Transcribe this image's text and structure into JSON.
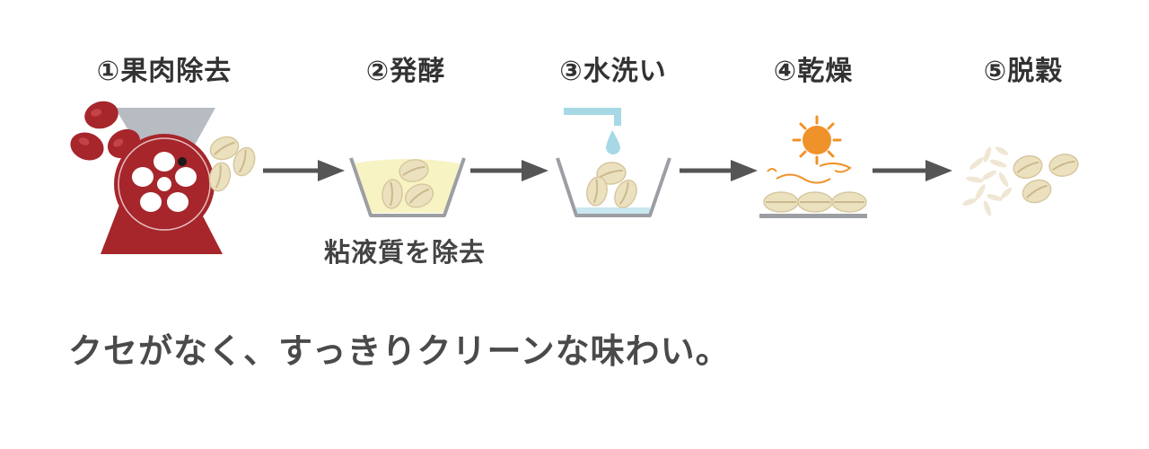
{
  "steps": [
    {
      "label": "①果肉除去"
    },
    {
      "label": "②発酵"
    },
    {
      "label": "③水洗い"
    },
    {
      "label": "④乾燥"
    },
    {
      "label": "⑤脱穀"
    }
  ],
  "fermentation_note": "粘液質を除去",
  "tagline": "クセがなく、すっきりクリーンな味わい。",
  "colors": {
    "cherry_red": "#a6262b",
    "bean": "#ece1bf",
    "bean_outline": "#d6c79f",
    "arrow": "#555555",
    "bowl_outline": "#9b9ea3",
    "sun": "#f0922a",
    "water": "#a6d8e6",
    "hopper": "#b7bcc2"
  },
  "icons": [
    "pulping-machine-icon",
    "fermentation-bowl-icon",
    "washing-bowl-icon",
    "drying-sun-icon",
    "hulled-beans-icon"
  ]
}
